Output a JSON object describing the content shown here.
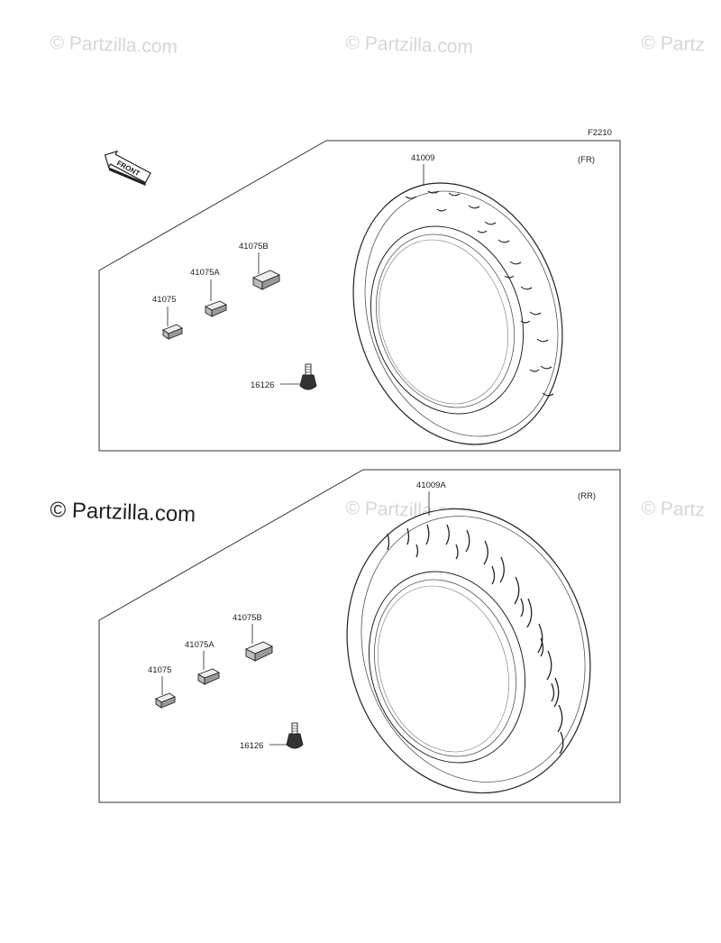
{
  "diagram_code": "F2210",
  "watermark": {
    "text": "© Partzilla.com",
    "text_cut": "© Partz"
  },
  "front_arrow": {
    "label": "FRONT"
  },
  "panels": [
    {
      "position": "(FR)",
      "tire_part": "41009",
      "weight_parts": [
        "41075",
        "41075A",
        "41075B"
      ],
      "valve_part": "16126"
    },
    {
      "position": "(RR)",
      "tire_part": "41009A",
      "weight_parts": [
        "41075",
        "41075A",
        "41075B"
      ],
      "valve_part": "16126"
    }
  ]
}
